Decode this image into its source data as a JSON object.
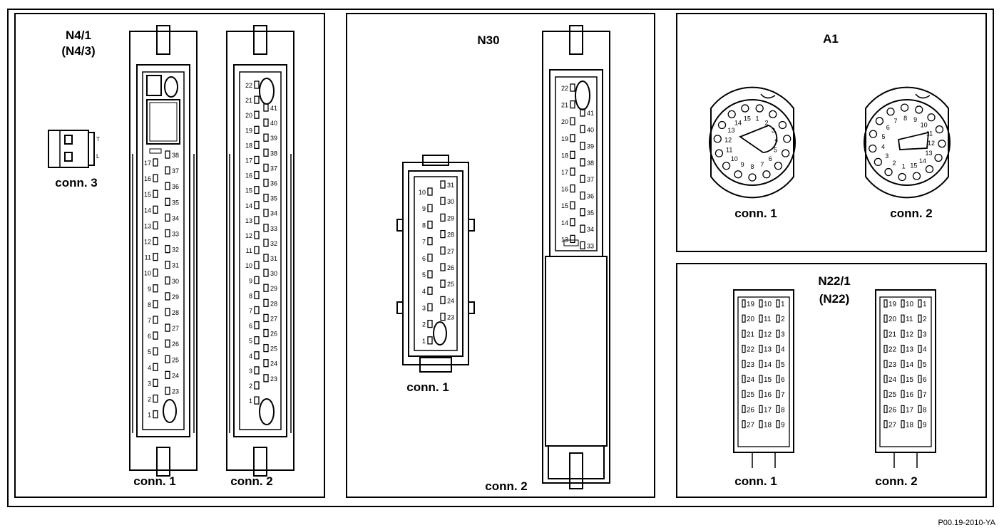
{
  "panels": {
    "n4": {
      "title": "N4/1",
      "subtitle": "(N4/3)",
      "conn1": "conn. 1",
      "conn2": "conn. 2",
      "conn3": "conn. 3"
    },
    "n30": {
      "title": "N30",
      "conn1": "conn. 1",
      "conn2": "conn. 2"
    },
    "a1": {
      "title": "A1",
      "conn1": "conn. 1",
      "conn2": "conn. 2"
    },
    "n22": {
      "title": "N22/1",
      "subtitle": "(N22)",
      "conn1": "conn. 1",
      "conn2": "conn. 2"
    }
  },
  "connectors": {
    "n4_conn1": {
      "left": [
        "17",
        "16",
        "15",
        "14",
        "13",
        "12",
        "11",
        "10",
        "9",
        "8",
        "7",
        "6",
        "5",
        "4",
        "3",
        "2",
        "1"
      ],
      "right": [
        "38",
        "37",
        "36",
        "35",
        "34",
        "33",
        "32",
        "31",
        "30",
        "29",
        "28",
        "27",
        "26",
        "25",
        "24",
        "23"
      ]
    },
    "n4_conn2": {
      "left": [
        "22",
        "21",
        "20",
        "19",
        "18",
        "17",
        "16",
        "15",
        "14",
        "13",
        "12",
        "11",
        "10",
        "9",
        "8",
        "7",
        "6",
        "5",
        "4",
        "3",
        "2",
        "1"
      ],
      "right": [
        "41",
        "40",
        "39",
        "38",
        "37",
        "36",
        "35",
        "34",
        "33",
        "32",
        "31",
        "30",
        "29",
        "28",
        "27",
        "26",
        "25",
        "24",
        "23"
      ]
    },
    "n4_conn3": {
      "pins": [
        "T",
        "L"
      ]
    },
    "n30_conn1": {
      "left": [
        "10",
        "9",
        "8",
        "7",
        "6",
        "5",
        "4",
        "3",
        "2",
        "1"
      ],
      "right": [
        "31",
        "30",
        "29",
        "28",
        "27",
        "26",
        "25",
        "24",
        "23"
      ]
    },
    "n30_conn2": {
      "left": [
        "22",
        "21",
        "20",
        "19",
        "18",
        "17",
        "16",
        "15",
        "14",
        "13"
      ],
      "right": [
        "41",
        "40",
        "39",
        "38",
        "37",
        "36",
        "35",
        "34",
        "33"
      ]
    },
    "a1_conn1": {
      "pins": [
        "1",
        "2",
        "3",
        "4",
        "5",
        "6",
        "7",
        "8",
        "9",
        "10",
        "11",
        "12",
        "13",
        "14",
        "15"
      ]
    },
    "a1_conn2": {
      "pins": [
        "1",
        "2",
        "3",
        "4",
        "5",
        "6",
        "7",
        "8",
        "9",
        "10",
        "11",
        "12",
        "13",
        "14",
        "15"
      ]
    },
    "n22_grid": {
      "rows": [
        [
          "19",
          "10",
          "1"
        ],
        [
          "20",
          "11",
          "2"
        ],
        [
          "21",
          "12",
          "3"
        ],
        [
          "22",
          "13",
          "4"
        ],
        [
          "23",
          "14",
          "5"
        ],
        [
          "24",
          "15",
          "6"
        ],
        [
          "25",
          "16",
          "7"
        ],
        [
          "26",
          "17",
          "8"
        ],
        [
          "27",
          "18",
          "9"
        ]
      ]
    }
  },
  "reference": "P00.19-2010-YA"
}
